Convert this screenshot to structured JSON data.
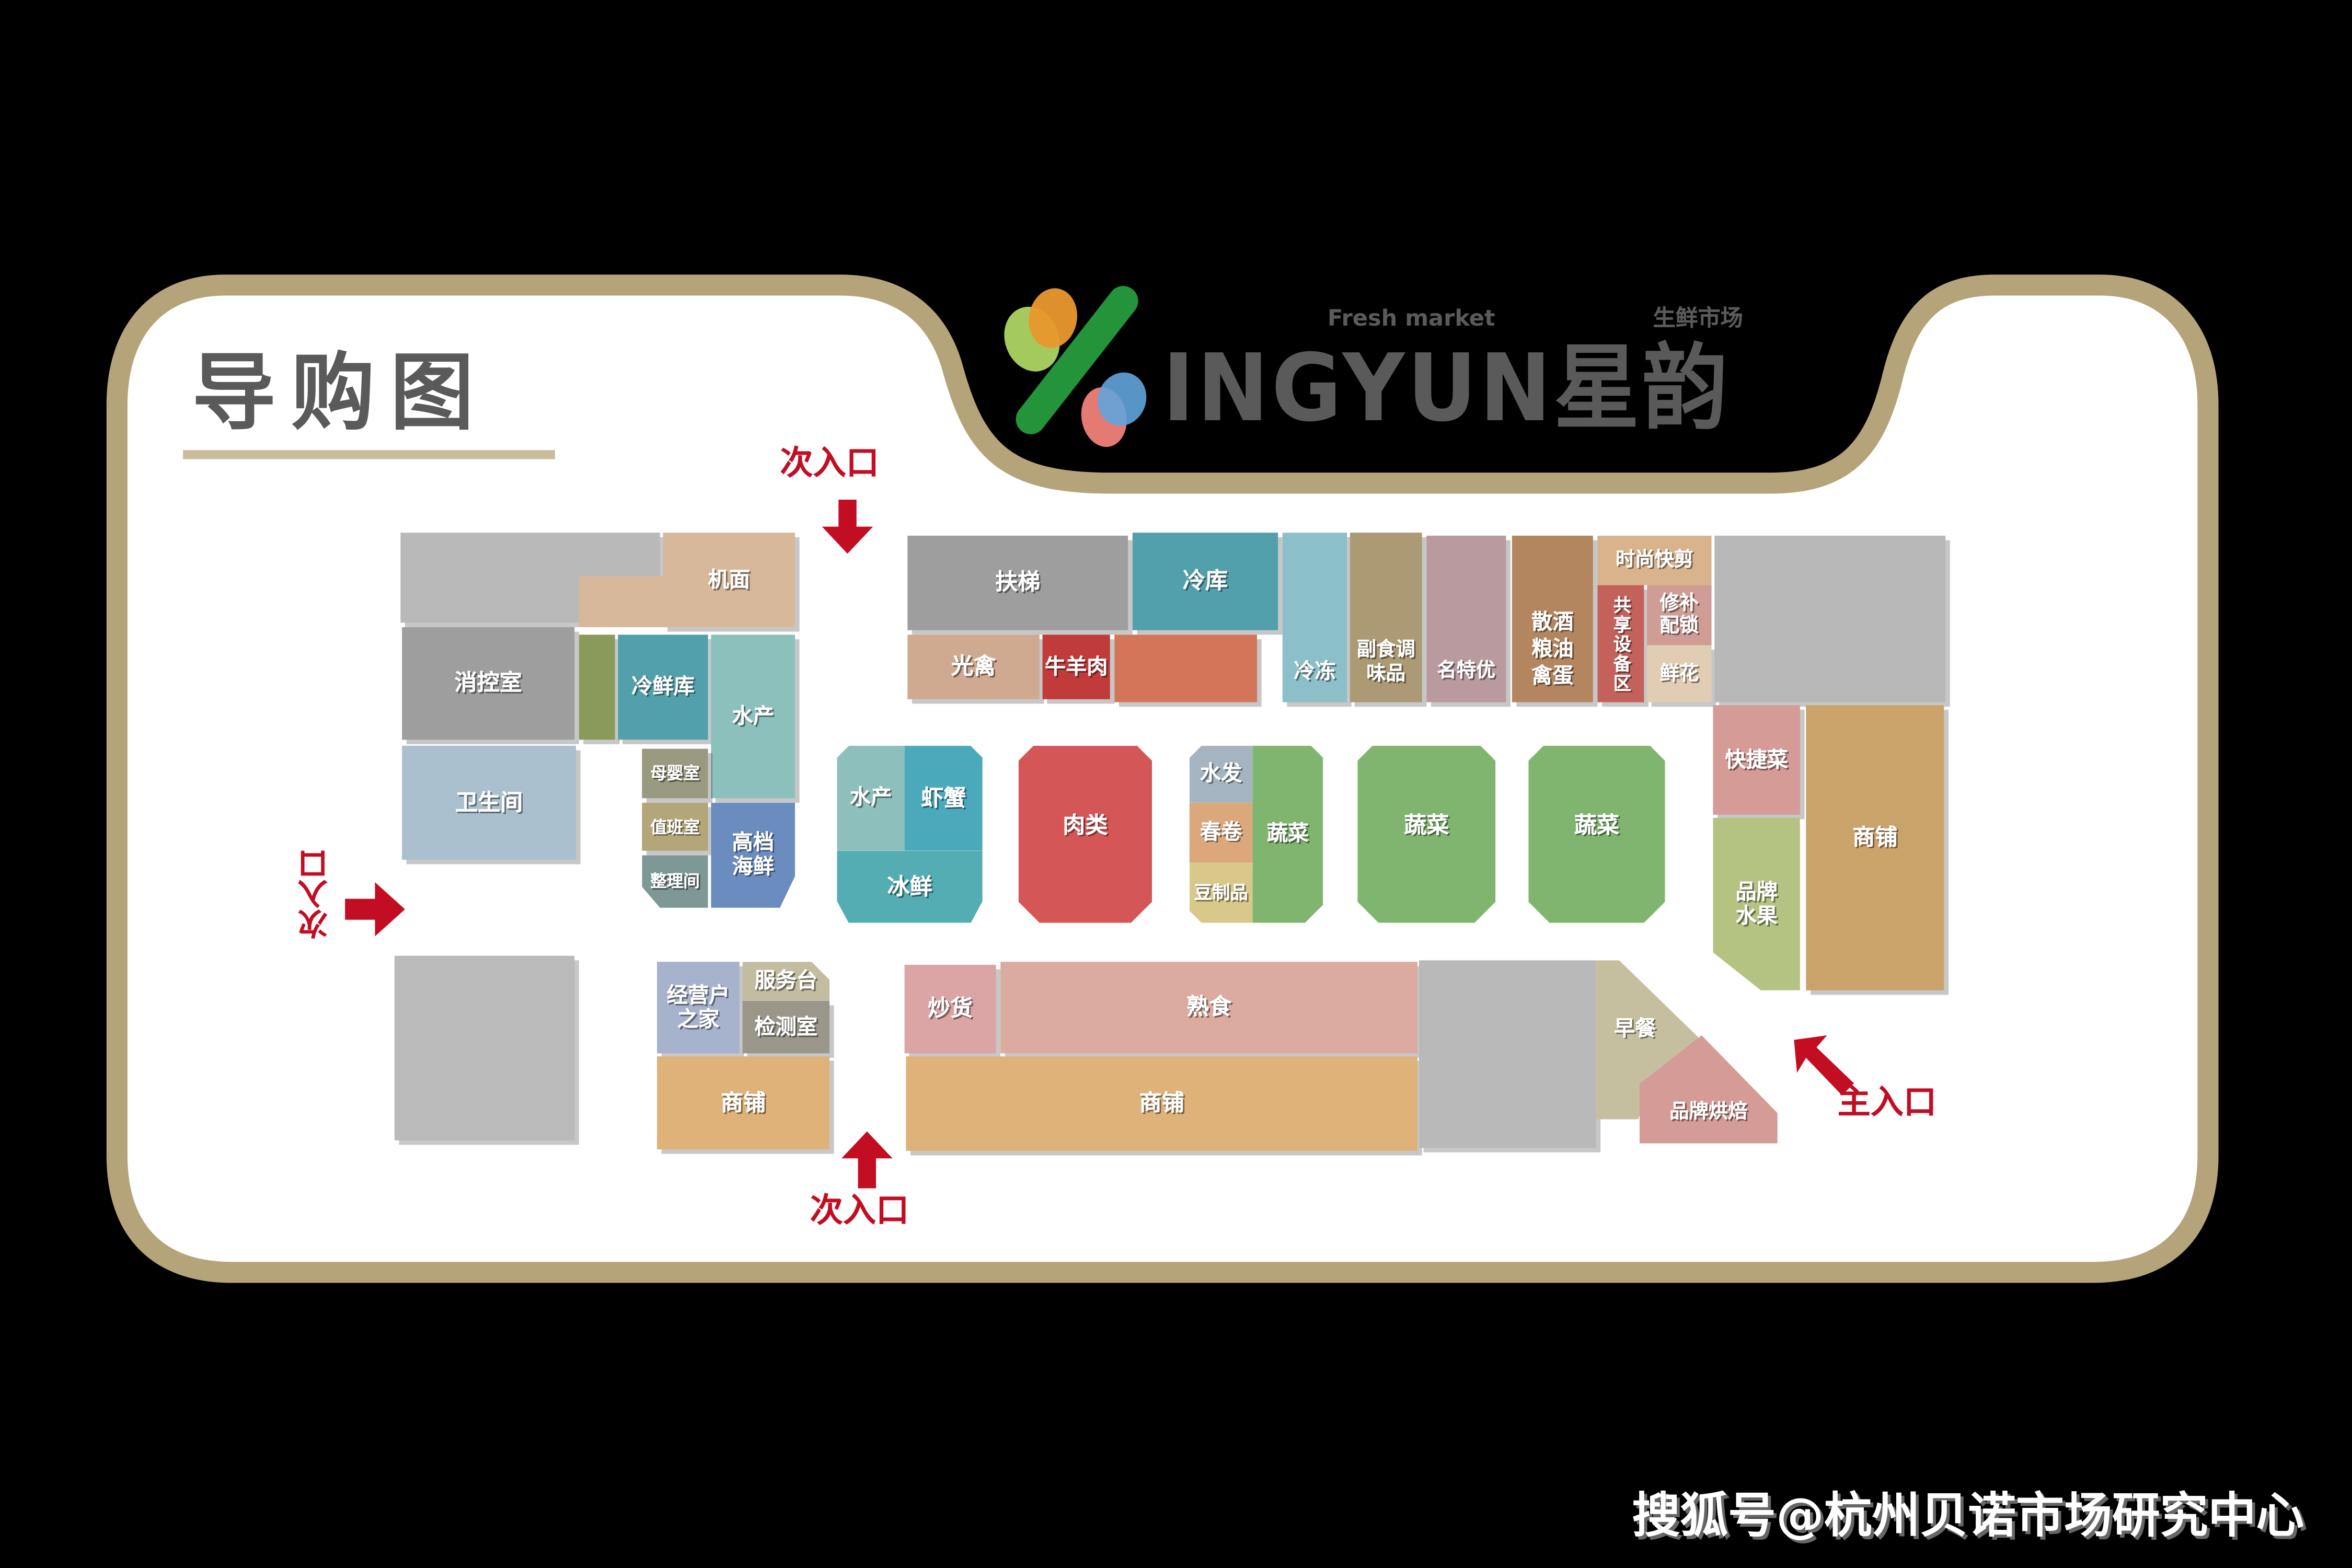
{
  "header": {
    "title": "导购图",
    "logo": {
      "brand_latin": "INGYUN",
      "brand_cn": "星韵",
      "tagline_en": "Fresh market",
      "tagline_cn": "生鲜市场"
    }
  },
  "colors": {
    "frame_border": "#b5a47a",
    "frame_fill": "#ffffff",
    "background": "#000000",
    "title_text": "#5a5a5a",
    "title_underline": "#c9bc9a",
    "entrance_red": "#c20d23",
    "logo_orange": "#e9982d",
    "logo_lightgreen": "#a4c95d",
    "logo_green": "#23943a",
    "logo_blue": "#62a4dc",
    "logo_pink": "#e57a73"
  },
  "entrances": {
    "top": "次入口",
    "left": "次入口",
    "bottom": "次入口",
    "main": "主入口"
  },
  "zones": {
    "left_top_gray": "",
    "jimian": "机面",
    "xiaokongshi": "消控室",
    "olive_strip": "",
    "lengxianku": "冷鲜库",
    "shuichan_left": "水产",
    "weishengjian": "卫生间",
    "muyingshi": "母婴室",
    "zhibanshi": "值班室",
    "zhenglijian": "整理间",
    "gaodang_haixian": "高档海鲜",
    "futi": "扶梯",
    "lengku": "冷库",
    "guangqin": "光禽",
    "niuyangrou": "牛羊肉",
    "orange_red_unlabeled": "",
    "lengdong": "冷冻",
    "fushi_tiaoweipin": "副食调味品",
    "mingteyou": "名特优",
    "sanjiu_liangyou_qindan": "散酒粮油禽蛋",
    "shishang_kuaijian": "时尚快剪",
    "gongxiang_shebeiqu": "共享设备区",
    "xiubu_peisuo": "修补配锁",
    "xianhua": "鲜花",
    "right_top_gray": "",
    "kuaijiecai": "快捷菜",
    "pinpai_shuiguo": "品牌水果",
    "shangpu_right": "商铺",
    "shuichan_mid": "水产",
    "xiaxie": "虾蟹",
    "bingxian": "冰鲜",
    "roulei": "肉类",
    "shuifa": "水发",
    "chunjuan": "春卷",
    "douzhipin": "豆制品",
    "shucai_1": "蔬菜",
    "shucai_2": "蔬菜",
    "shucai_3": "蔬菜",
    "left_bottom_gray": "",
    "jingyinghu_zhijia": "经营户之家",
    "fuwutai": "服务台",
    "jianceshi": "检测室",
    "shangpu_bottom_left": "商铺",
    "chaohuo": "炒货",
    "shushi": "熟食",
    "shangpu_bottom": "商铺",
    "bottom_gray": "",
    "zaocan": "早餐",
    "pinpai_hongbei": "品牌烘焙"
  },
  "watermark": "搜狐号@杭州贝诺市场研究中心"
}
